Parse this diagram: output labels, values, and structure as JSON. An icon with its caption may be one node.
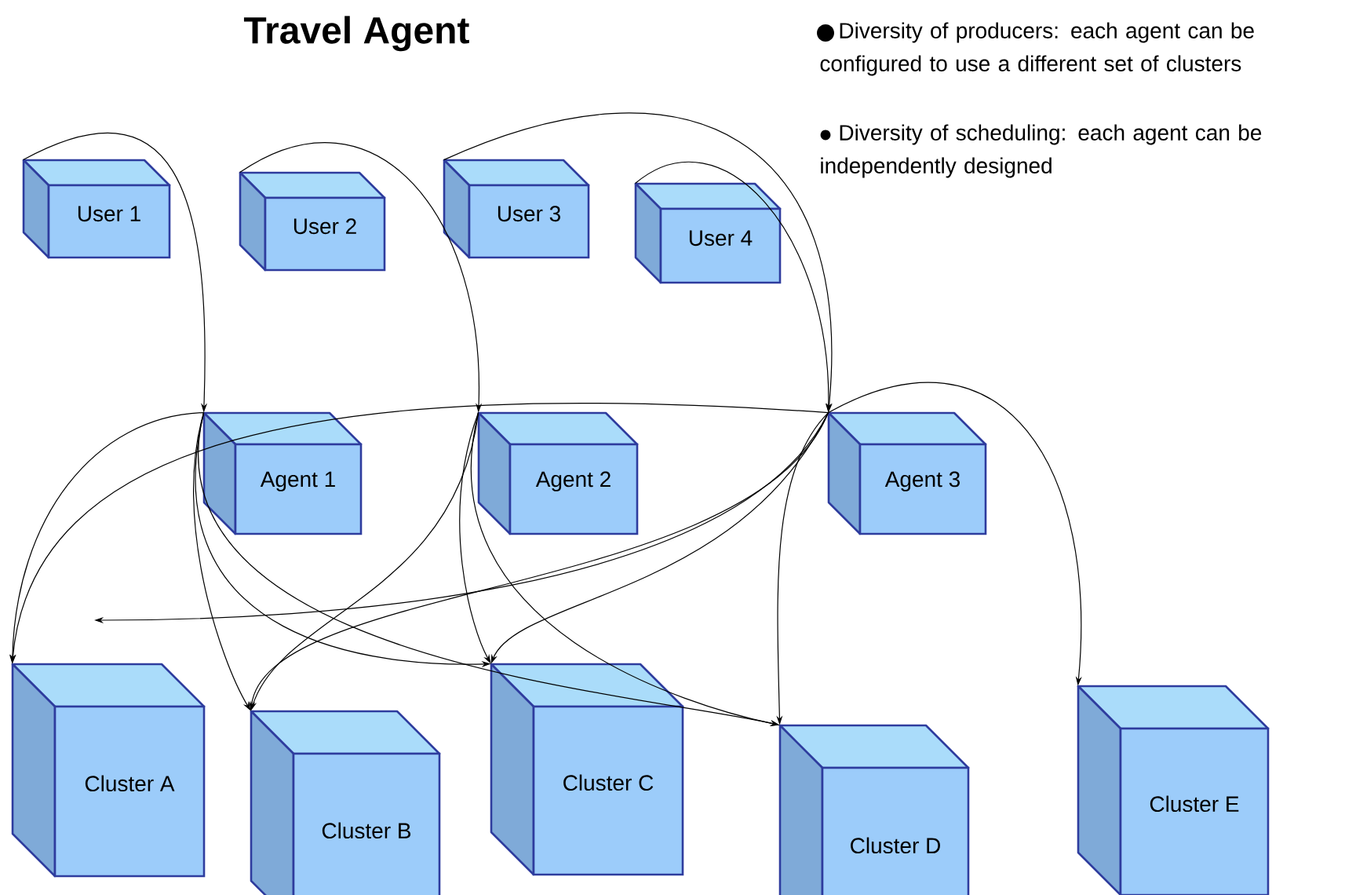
{
  "diagram": {
    "title": "Travel Agent",
    "nodes": [
      {
        "text": [
          "User 1"
        ]
      },
      {
        "text": [
          "User 2"
        ]
      },
      {
        "text": [
          "User 3"
        ]
      },
      {
        "text": [
          "User 4"
        ]
      },
      {
        "text": [
          "Agent 1"
        ]
      },
      {
        "text": [
          "Agent 2"
        ]
      },
      {
        "text": [
          "Agent 3"
        ]
      },
      {
        "text": [
          "Cluster A"
        ]
      },
      {
        "text": [
          "Cluster B"
        ]
      },
      {
        "text": [
          "Cluster C"
        ]
      },
      {
        "text": [
          "Cluster D"
        ]
      },
      {
        "text": [
          "Cluster E"
        ]
      }
    ],
    "edges": [
      {
        "from": 0,
        "to": 4,
        "arrow": "to"
      },
      {
        "from": 1,
        "to": 5,
        "arrow": "to"
      },
      {
        "from": 2,
        "to": 6,
        "arrow": "to"
      },
      {
        "from": 3,
        "to": 6,
        "arrow": "to"
      },
      {
        "from": 4,
        "to": 7,
        "arrow": "to"
      },
      {
        "from": 4,
        "to": 8,
        "arrow": "to"
      },
      {
        "from": 4,
        "to": 9,
        "arrow": "to"
      },
      {
        "from": 4,
        "to": 10,
        "arrow": "to"
      },
      {
        "from": 5,
        "to": 8,
        "arrow": "to"
      },
      {
        "from": 5,
        "to": 9,
        "arrow": "to"
      },
      {
        "from": 5,
        "to": 10,
        "arrow": "to"
      },
      {
        "from": 6,
        "to": 7,
        "arrow": "to"
      },
      {
        "from": 6,
        "to": 8,
        "arrow": "to"
      },
      {
        "from": 6,
        "to": 9,
        "arrow": "to"
      },
      {
        "from": 6,
        "to": 10,
        "arrow": "to"
      },
      {
        "from": 6,
        "to": 11,
        "arrow": "to"
      },
      {
        "from": 6,
        "to": null,
        "arrow": "to"
      }
    ],
    "labels": [
      "Diversity of producers: each agent can be configured to use a different set of clusters",
      "Diversity of scheduling: each agent can be independently designed"
    ]
  }
}
